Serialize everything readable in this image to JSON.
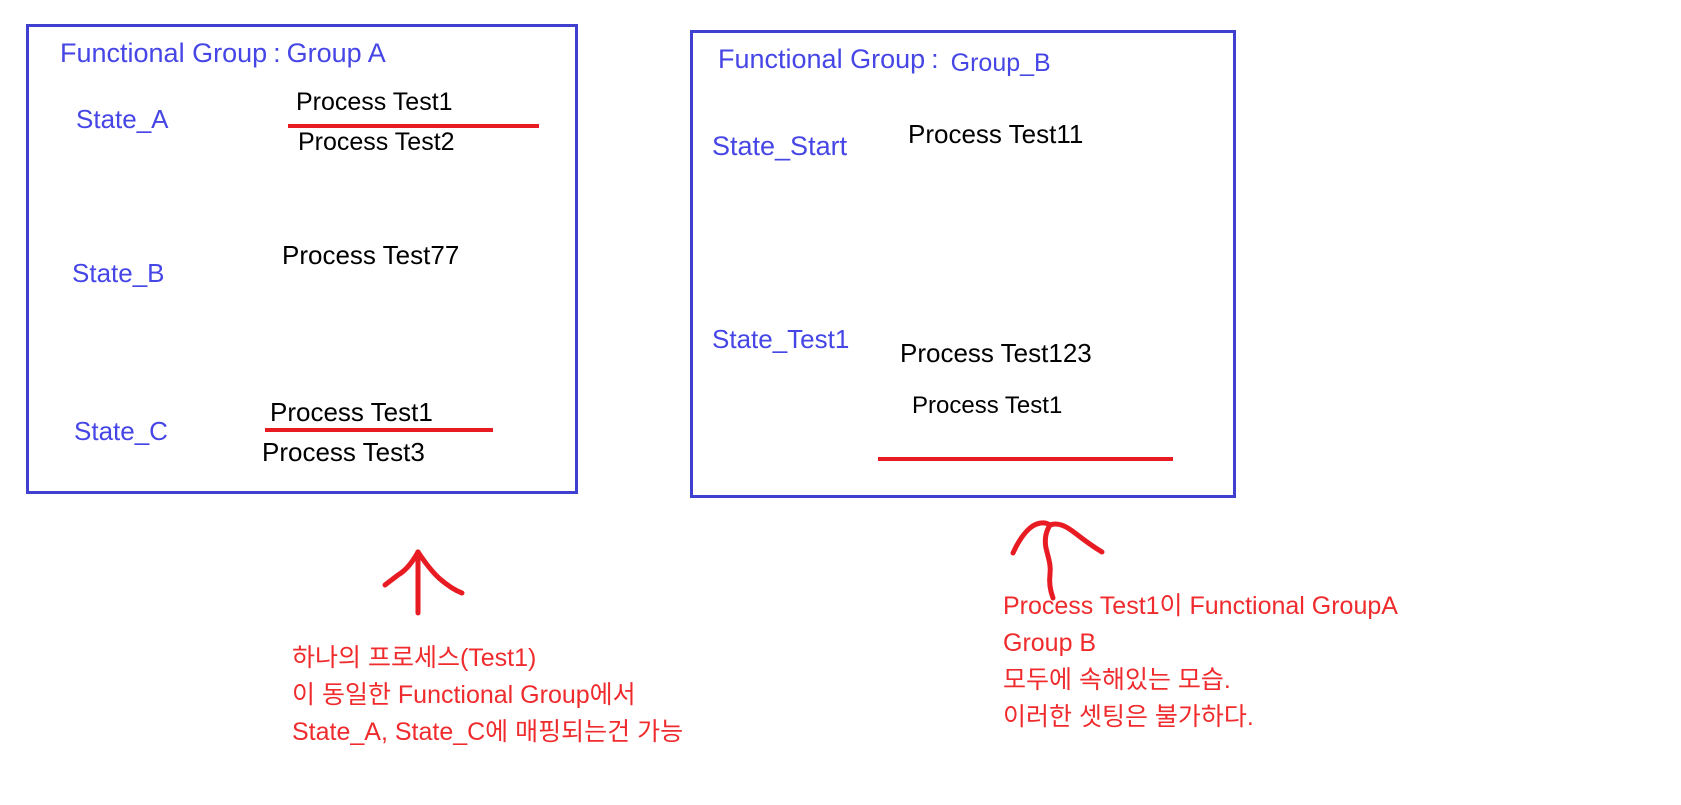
{
  "diagram": {
    "title_colon": ":",
    "groups": [
      {
        "name": "group-a",
        "header_label": "Functional Group",
        "header_value": "Group A",
        "states": [
          {
            "state": "State_A",
            "processes": [
              "Process Test1",
              "Process Test2"
            ],
            "has_red_rule": true
          },
          {
            "state": "State_B",
            "processes": [
              "Process Test77"
            ],
            "has_red_rule": false
          },
          {
            "state": "State_C",
            "processes": [
              "Process Test1",
              "Process Test3"
            ],
            "has_red_rule": true
          }
        ]
      },
      {
        "name": "group-b",
        "header_label": "Functional Group",
        "header_value": "Group_B",
        "states": [
          {
            "state": "State_Start",
            "processes": [
              "Process Test11"
            ],
            "has_red_rule": false
          },
          {
            "state": "State_Test1",
            "processes": [
              "Process Test123",
              "Process Test1"
            ],
            "has_red_rule": true
          }
        ]
      }
    ],
    "annotations": [
      {
        "name": "annotation-left",
        "lines": [
          "하나의 프로세스(Test1)",
          "이 동일한 Functional Group에서",
          "State_A, State_C에 매핑되는건 가능"
        ]
      },
      {
        "name": "annotation-right",
        "lines": [
          "Process Test1이 Functional GroupA",
          "Group B",
          "모두에 속해있는 모습.",
          "이러한 셋팅은 불가하다."
        ]
      }
    ],
    "colors": {
      "box_border": "#3f3fd0",
      "header_text": "#4646e6",
      "state_text": "#4646e6",
      "process_text": "#000000",
      "annotation_text": "#ef2b2d",
      "red_rule": "#e81b23",
      "background": "#ffffff"
    }
  }
}
